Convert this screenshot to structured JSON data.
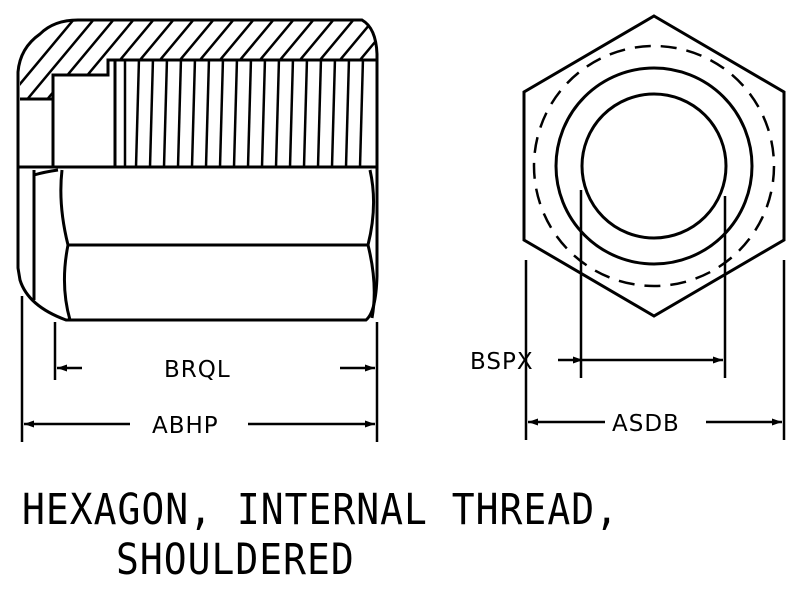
{
  "dimensions": {
    "shoulder_length": "BRQL",
    "overall_length": "ABHP",
    "thread_diameter": "BSPX",
    "across_flats": "ASDB"
  },
  "caption": {
    "line1": "HEXAGON, INTERNAL THREAD,",
    "line2": "SHOULDERED"
  }
}
